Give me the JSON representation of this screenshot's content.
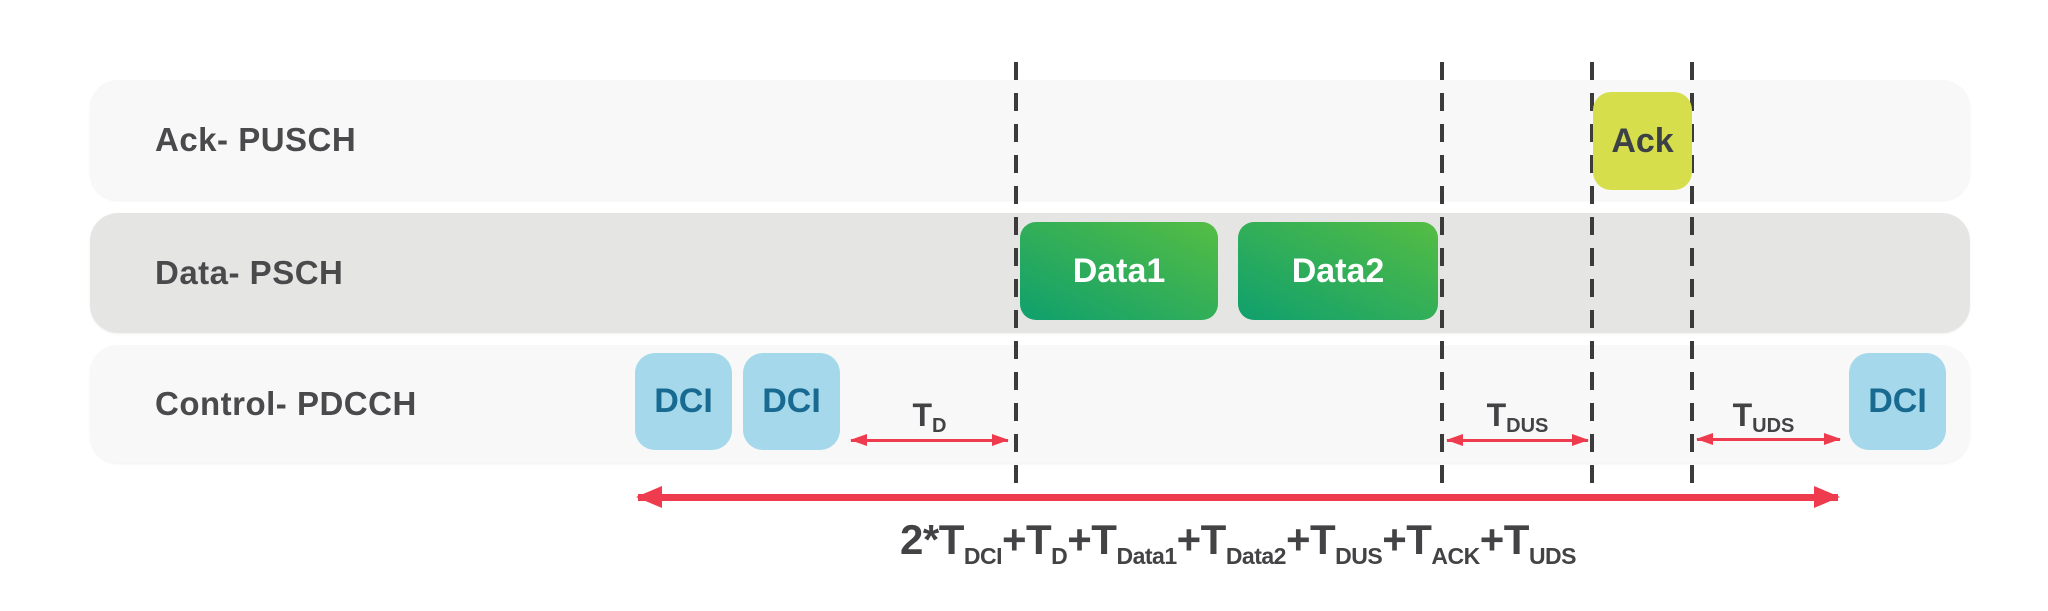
{
  "lanes": [
    {
      "label": "Ack- PUSCH"
    },
    {
      "label": "Data- PSCH"
    },
    {
      "label": "Control- PDCCH"
    }
  ],
  "blocks": {
    "ack": "Ack",
    "data1": "Data1",
    "data2": "Data2",
    "dci": "DCI"
  },
  "timing": {
    "t_d": {
      "base": "T",
      "sub": "D"
    },
    "t_dus": {
      "base": "T",
      "sub": "DUS"
    },
    "t_uds": {
      "base": "T",
      "sub": "UDS"
    }
  },
  "formula": {
    "segments": [
      {
        "t": "2*T",
        "sub": "DCI"
      },
      {
        "t": "+T",
        "sub": "D"
      },
      {
        "t": "+T",
        "sub": "Data1"
      },
      {
        "t": "+T",
        "sub": "Data2"
      },
      {
        "t": "+T",
        "sub": "DUS"
      },
      {
        "t": "+T",
        "sub": "ACK"
      },
      {
        "t": "+T",
        "sub": "UDS"
      }
    ]
  },
  "colors": {
    "background": "#ffffff",
    "lane_light": "#f8f8f8",
    "lane_gray": "#e5e6e3",
    "data_green_start": "#0fa06d",
    "data_green_end": "#55bd43",
    "dci_blue": "#a5d8eb",
    "dci_text": "#186a91",
    "ack_yellow": "#d7de4c",
    "ack_text": "#3c4146",
    "label_gray": "#4a4a4c",
    "formula_gray": "#434346",
    "arrow_red": "#ef3b4e",
    "dash_dark": "#3b3b3b"
  }
}
